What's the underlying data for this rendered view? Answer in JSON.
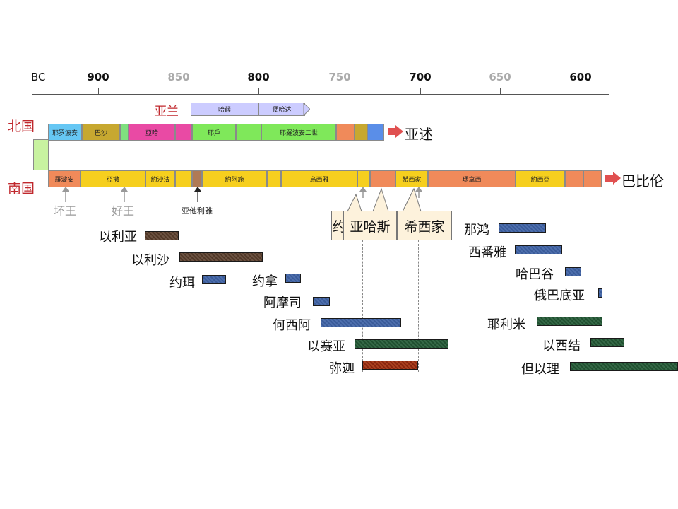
{
  "axis": {
    "bc_label": "BC",
    "ticks": [
      {
        "label": "900",
        "grey": false
      },
      {
        "label": "850",
        "grey": true
      },
      {
        "label": "800",
        "grey": false
      },
      {
        "label": "750",
        "grey": true
      },
      {
        "label": "700",
        "grey": false
      },
      {
        "label": "650",
        "grey": true
      },
      {
        "label": "600",
        "grey": false
      }
    ]
  },
  "aram": {
    "label": "亚兰",
    "kings": [
      "哈薛",
      "便哈达"
    ]
  },
  "north": {
    "label": "北国",
    "kings": [
      "耶罗波安",
      "巴沙",
      "亞哈",
      "耶戶",
      "耶羅波安二世"
    ],
    "fate": "亚述"
  },
  "south": {
    "label": "南国",
    "kings": [
      "羅波安",
      "亞撒",
      "約沙法",
      "約阿施",
      "烏西雅",
      "希西家",
      "瑪拿西",
      "約西亞"
    ],
    "fate": "巴比伦",
    "annotations": {
      "bad_king": "坏王",
      "good_king": "好王",
      "athaliah": "亚他利雅"
    }
  },
  "callouts": [
    "约",
    "亚哈斯",
    "希西家"
  ],
  "prophets_left": [
    {
      "name": "以利亚"
    },
    {
      "name": "以利沙"
    },
    {
      "name": "约珥"
    },
    {
      "name": "约拿"
    },
    {
      "name": "阿摩司"
    },
    {
      "name": "何西阿"
    },
    {
      "name": "以赛亚"
    },
    {
      "name": "弥迦"
    }
  ],
  "prophets_right": [
    {
      "name": "那鸿"
    },
    {
      "name": "西番雅"
    },
    {
      "name": "哈巴谷"
    },
    {
      "name": "俄巴底亚"
    },
    {
      "name": "耶利米"
    },
    {
      "name": "以西结"
    },
    {
      "name": "但以理"
    }
  ],
  "colors": {
    "kingdom_label": "#c0282d",
    "aram_bar": "#ccccff",
    "prophet_blue": "#3f63a6",
    "prophet_brown": "#5b3f2c",
    "prophet_green": "#245b37",
    "prophet_red": "#9c2a10",
    "fate_arrow": "#e05050"
  }
}
